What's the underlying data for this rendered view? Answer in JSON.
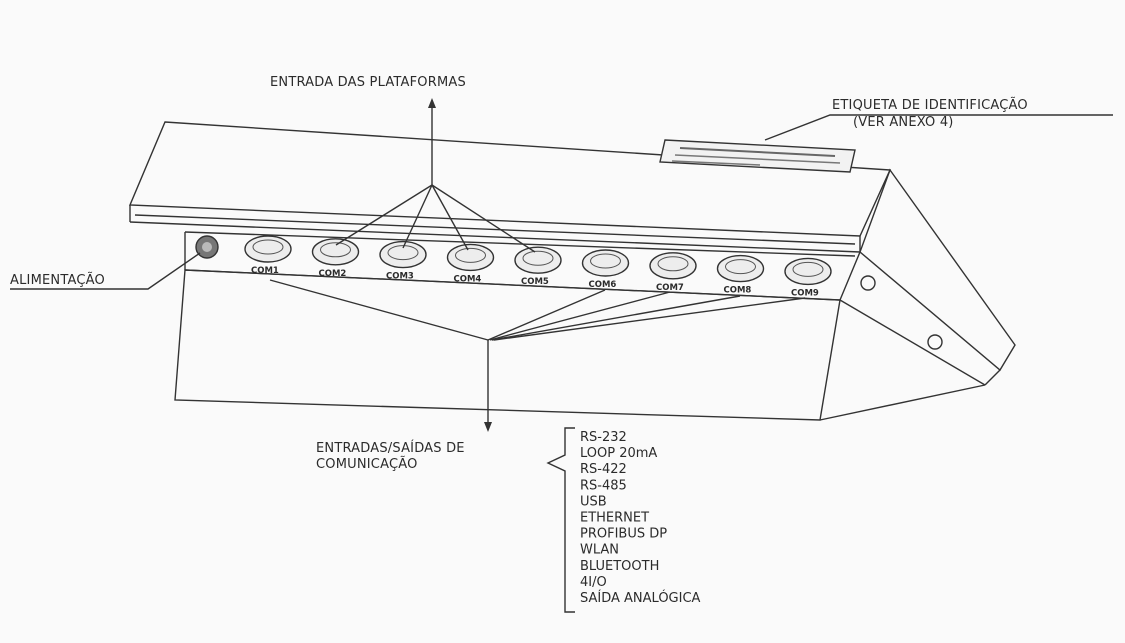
{
  "labels": {
    "platform_inputs": "ENTRADA DAS PLATAFORMAS",
    "id_tag_line1": "ETIQUETA DE IDENTIFICAÇÃO",
    "id_tag_line2": "(VER ANEXO 4)",
    "power": "ALIMENTAÇÃO",
    "comm_io_line1": "ENTRADAS/SAÍDAS DE",
    "comm_io_line2": "COMUNICAÇÃO"
  },
  "ports": [
    "COM1",
    "COM2",
    "COM3",
    "COM4",
    "COM5",
    "COM6",
    "COM7",
    "COM8",
    "COM9"
  ],
  "protocols": [
    "RS-232",
    "LOOP 20mA",
    "RS-422",
    "RS-485",
    "USB",
    "ETHERNET",
    "PROFIBUS DP",
    "WLAN",
    "BLUETOOTH",
    "4I/O",
    "SAÍDA ANALÓGICA"
  ]
}
